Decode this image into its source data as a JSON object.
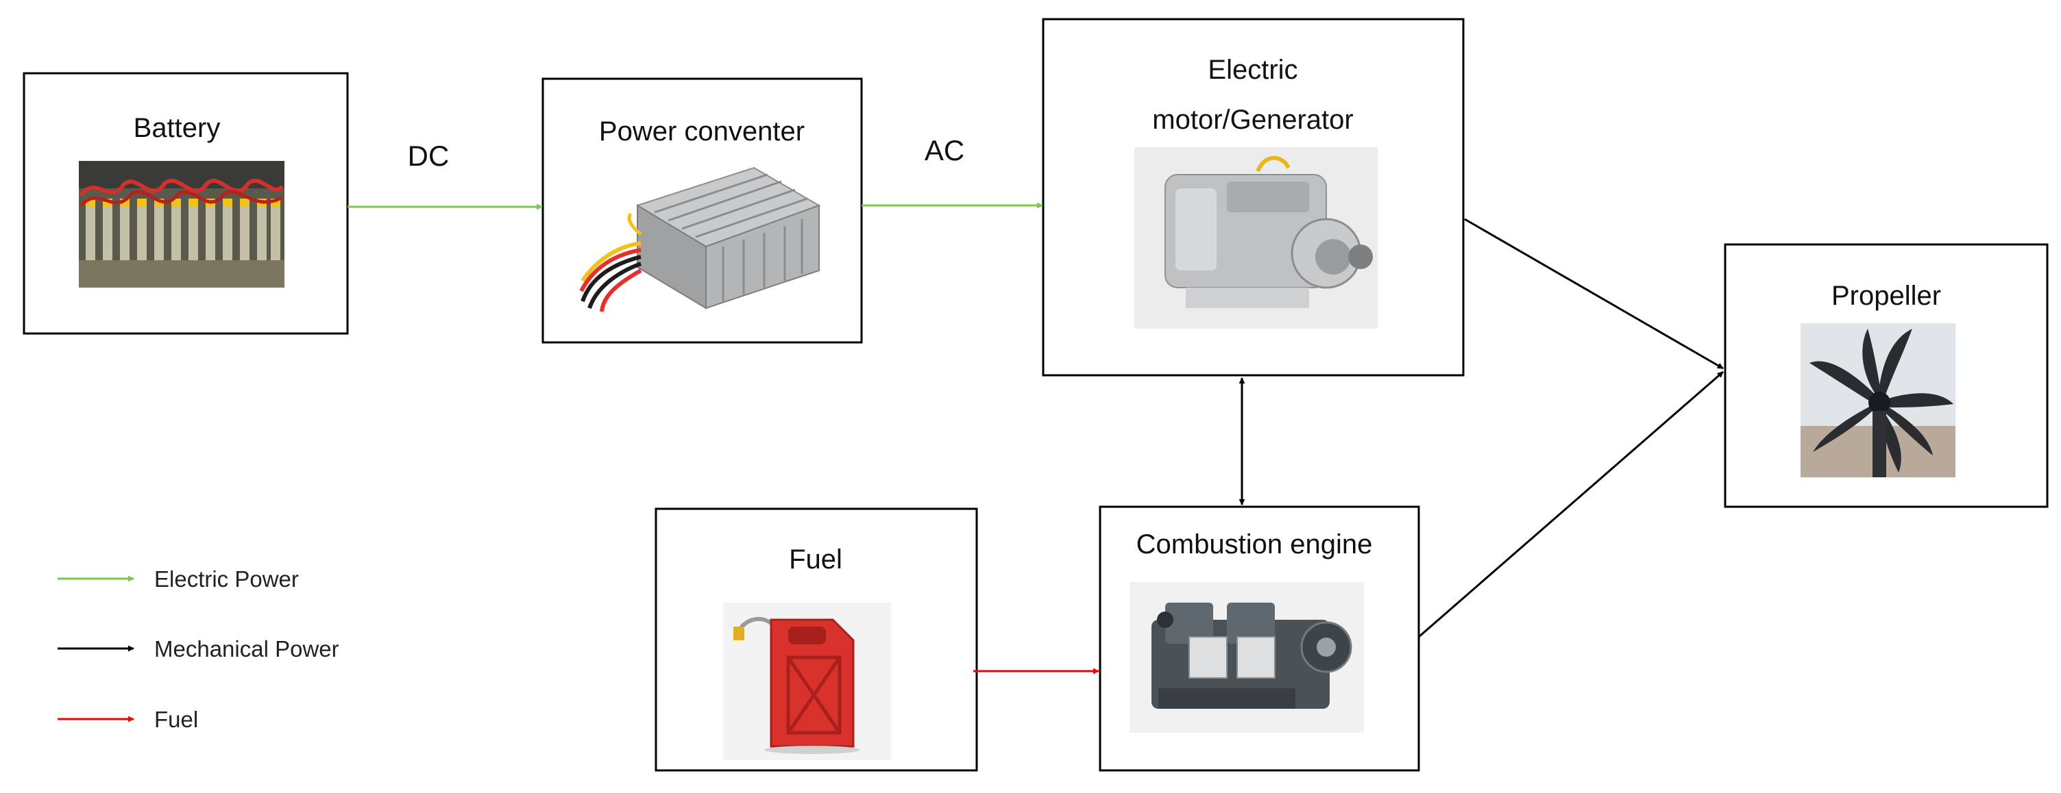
{
  "nodes": {
    "battery": {
      "label": "Battery",
      "icon": "battery-cells-icon"
    },
    "power_converter": {
      "label": "Power conventer",
      "icon": "power-converter-icon"
    },
    "motor": {
      "label_line1": "Electric",
      "label_line2": "motor/Generator",
      "icon": "electric-motor-icon"
    },
    "propeller": {
      "label": "Propeller",
      "icon": "propeller-icon"
    },
    "fuel": {
      "label": "Fuel",
      "icon": "fuel-jerrycan-icon"
    },
    "engine": {
      "label": "Combustion  engine",
      "icon": "combustion-engine-icon"
    }
  },
  "edges": {
    "battery_to_converter": {
      "label": "DC",
      "kind": "electric"
    },
    "converter_to_motor": {
      "label": "AC",
      "kind": "electric"
    }
  },
  "legend": [
    {
      "label": "Electric Power",
      "color": "#7cc84a"
    },
    {
      "label": "Mechanical Power",
      "color": "#000000"
    },
    {
      "label": "Fuel",
      "color": "#ff0000"
    }
  ],
  "colors": {
    "electric": "#7cc84a",
    "mechanical": "#000000",
    "fuel": "#ff0000",
    "border": "#000000"
  }
}
